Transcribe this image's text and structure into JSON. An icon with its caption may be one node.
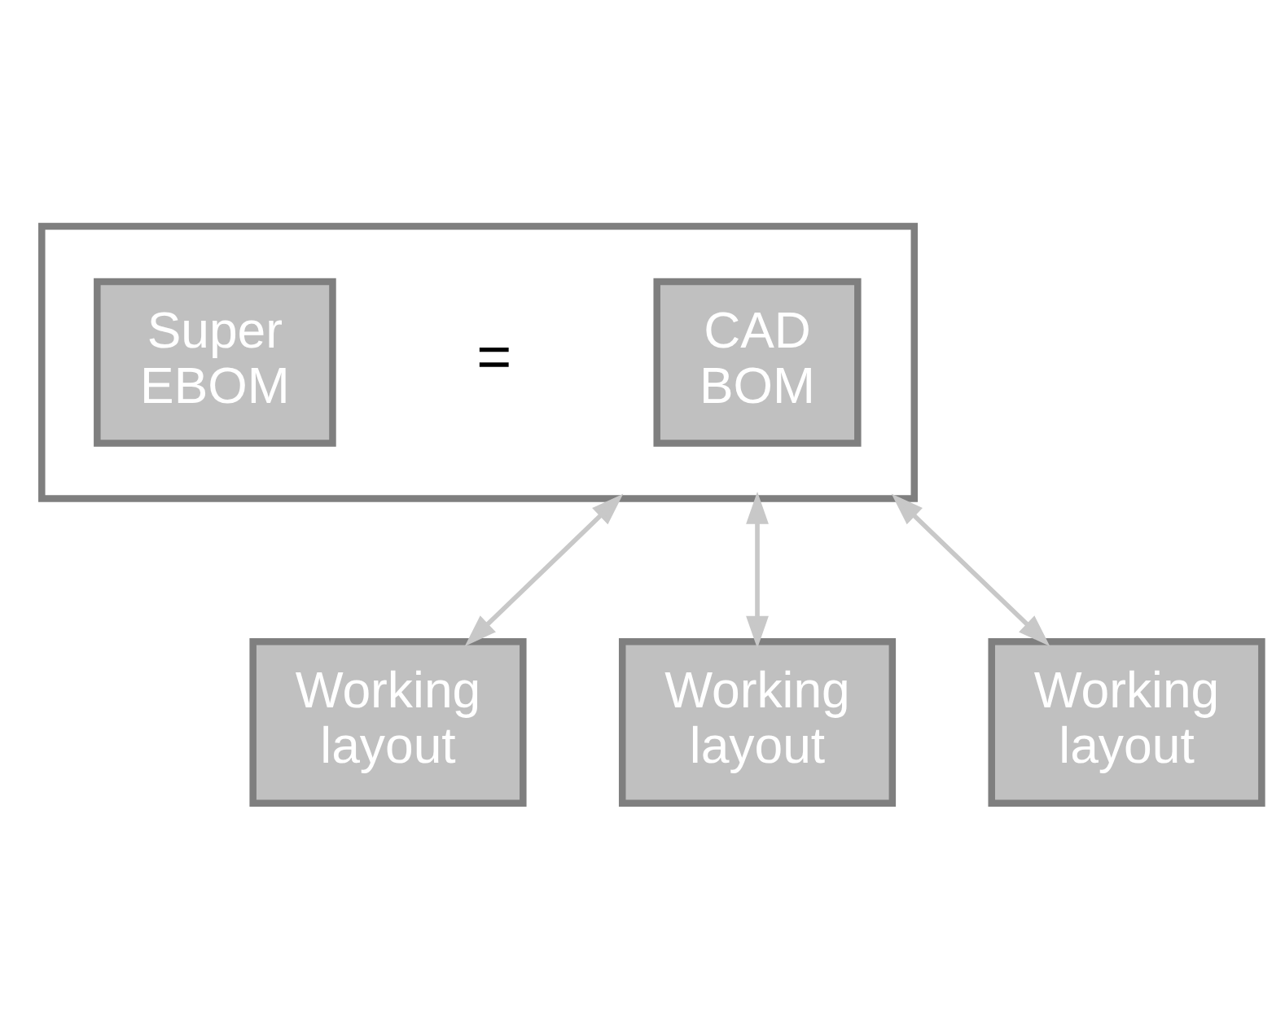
{
  "diagram": {
    "nodes": [
      {
        "text": [],
        "shape": "box"
      },
      {
        "text": [
          "Super EBOM"
        ],
        "in": 0
      },
      {
        "text": [
          "CAD BOM"
        ],
        "in": 0
      },
      {
        "text": [
          "Working layout"
        ]
      },
      {
        "text": [
          "Working layout"
        ]
      },
      {
        "text": [
          "Working layout"
        ]
      }
    ],
    "edges": [
      {
        "from": 0,
        "to": 3,
        "arrow": "both"
      },
      {
        "from": 0,
        "to": 4,
        "arrow": "both"
      },
      {
        "from": 0,
        "to": 5,
        "arrow": "both"
      }
    ],
    "labels": [
      "="
    ]
  }
}
